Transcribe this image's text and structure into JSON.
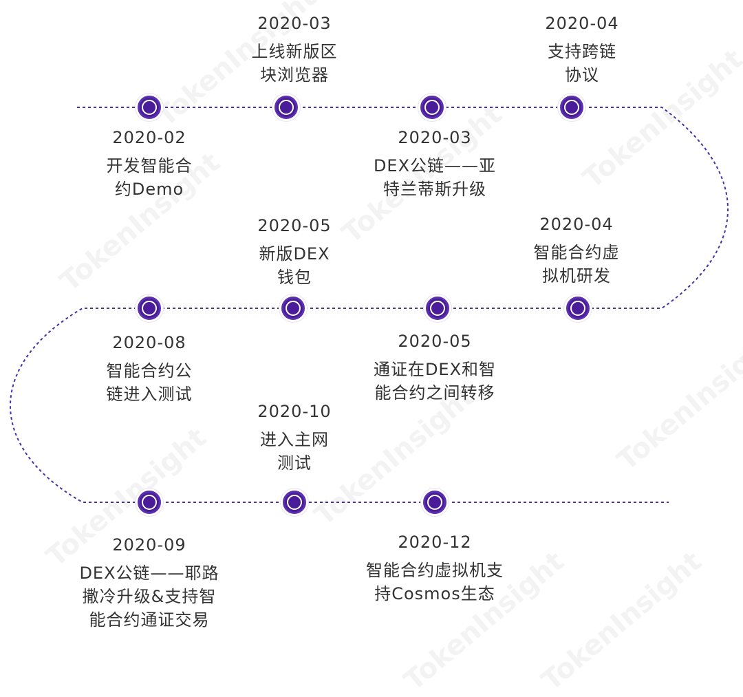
{
  "watermark": "TokenInsight",
  "colors": {
    "node": "#4a1d96",
    "path": "#4a2fa8",
    "text": "#333333"
  },
  "milestones": [
    {
      "date": "2020-02",
      "text": "开发智能合\n约Demo"
    },
    {
      "date": "2020-03",
      "text": "上线新版区\n块浏览器"
    },
    {
      "date": "2020-03",
      "text": "DEX公链——亚\n特兰蒂斯升级"
    },
    {
      "date": "2020-04",
      "text": "支持跨链\n协议"
    },
    {
      "date": "2020-04",
      "text": "智能合约虚\n拟机研发"
    },
    {
      "date": "2020-05",
      "text": "通证在DEX和智\n能合约之间转移"
    },
    {
      "date": "2020-05",
      "text": "新版DEX\n钱包"
    },
    {
      "date": "2020-08",
      "text": "智能合约公\n链进入测试"
    },
    {
      "date": "2020-09",
      "text": "DEX公链——耶路\n撒冷升级&支持智\n能合约通证交易"
    },
    {
      "date": "2020-10",
      "text": "进入主网\n测试"
    },
    {
      "date": "2020-12",
      "text": "智能合约虚拟机支\n持Cosmos生态"
    }
  ]
}
